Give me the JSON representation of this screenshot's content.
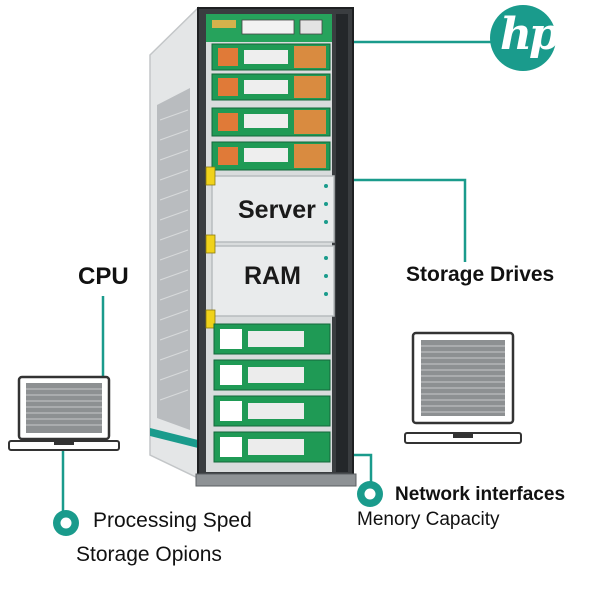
{
  "brand": {
    "logo_text": "hp",
    "logo_color": "#1a9b8c"
  },
  "server_panels": {
    "top_label": "Server",
    "bottom_label": "RAM"
  },
  "labels": {
    "cpu": "CPU",
    "storage_drives": "Storage Drives",
    "network_interfaces": "Network interfaces",
    "memory_capacity": "Menory Capacity",
    "processing_speed": "Processing Sped",
    "storage_options": "Storage Opions"
  },
  "colors": {
    "connector_line": "#1a9b8c",
    "drive_green": "#1e9f5a",
    "rack_light": "#e7e9ea",
    "rack_dark": "#2b2e30"
  }
}
